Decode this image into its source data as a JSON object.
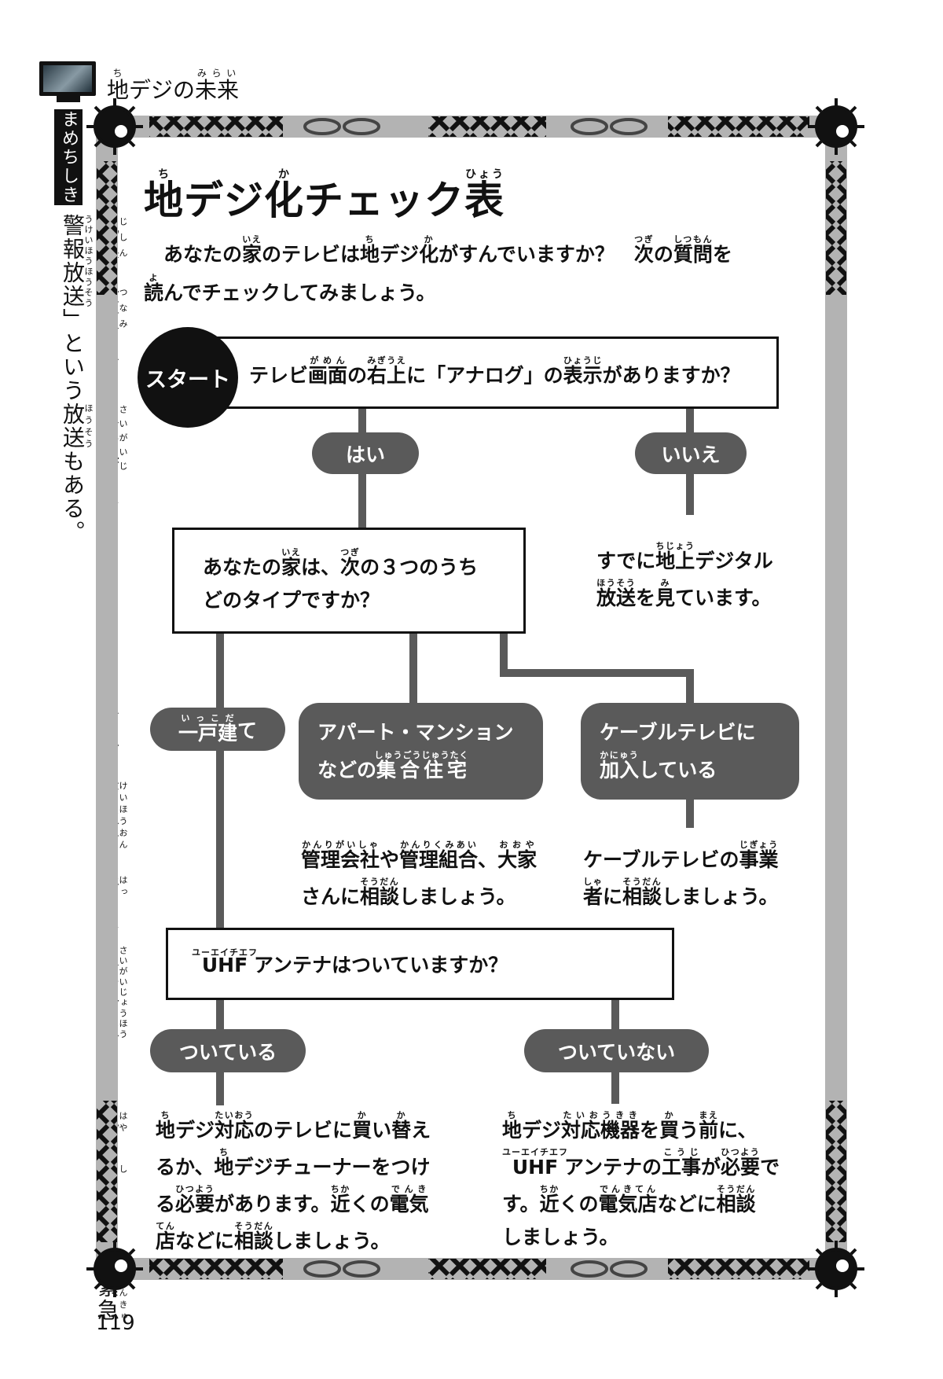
{
  "header": {
    "title": "[地|ち]デジの[未来|みらい]"
  },
  "sidebar": {
    "label": "まめちしき",
    "text": "[地震|じしん]・[津波|つなみ]などの[災害時|さいがいじ]に、テレビやラジオなどから[警報音|けいほうおん]を[発|はっ]し、[災害情報|さいがいじょうほう]をいち[早|はや]く[知|し]らせる「[緊急警報放送|きんきゅうけいほうほうそう]」という[放送|ほうそう]もある。"
  },
  "page_number": "119",
  "title": "[地|ち]デジ[化|か]チェック[表|ひょう]",
  "intro": [
    "　あなたの[家|いえ]のテレビは[地|ち]デジ[化|か]がすんでいますか？　[次|つぎ]の[質問|しつもん]を",
    "[読|よ]んでチェックしてみましょう。"
  ],
  "flow": {
    "start_label": "スタート",
    "q1": "テレビ[画面|がめん]の[右上|みぎうえ]に「アナログ」の[表示|ひょうじ]がありますか？",
    "yes": "はい",
    "no": "いいえ",
    "no_result": [
      "すでに[地上|ちじょう]デジタル",
      "[放送|ほうそう]を[見|み]ています。"
    ],
    "q2": [
      "あなたの[家|いえ]は、[次|つぎ]の３つのうち",
      "どのタイプですか？"
    ],
    "type_house": "[一戸建|いっこだ]て",
    "type_apartment": [
      "アパート・マンション",
      "などの[集合住宅|しゅうごうじゅうたく]"
    ],
    "type_cable": [
      "ケーブルテレビに",
      "[加入|かにゅう]している"
    ],
    "apartment_result": [
      "[管理会社|かんりがいしゃ]や[管理組合|かんりくみあい]、[大家|おおや]",
      "さんに[相談|そうだん]しましょう。"
    ],
    "cable_result": [
      "ケーブルテレビの[事業|じぎょう]",
      "[者|しゃ]に[相談|そうだん]しましょう。"
    ],
    "q3": "[UHF|ユーエイチエフ]アンテナはついていますか？",
    "has": "ついている",
    "has_not": "ついていない",
    "has_result": [
      "[地|ち]デジ[対応|たいおう]のテレビに[買|か]い[替|か]え",
      "るか、[地|ち]デジチューナーをつけ",
      "る[必要|ひつよう]があります。[近|ちか]くの[電気|でんき]",
      "[店|てん]などに[相談|そうだん]しましょう。"
    ],
    "has_not_result": [
      "[地|ち]デジ[対応機器|たいおうきき]を[買|か]う[前|まえ]に、",
      "[UHF|ユーエイチエフ]アンテナの[工事|こうじ]が[必要|ひつよう]で",
      "す。[近|ちか]くの[電気店|でんきてん]などに[相談|そうだん]",
      "しましょう。"
    ]
  },
  "colors": {
    "band": "#b3b3b3",
    "pill": "#5a5a5a",
    "ink": "#111111"
  }
}
